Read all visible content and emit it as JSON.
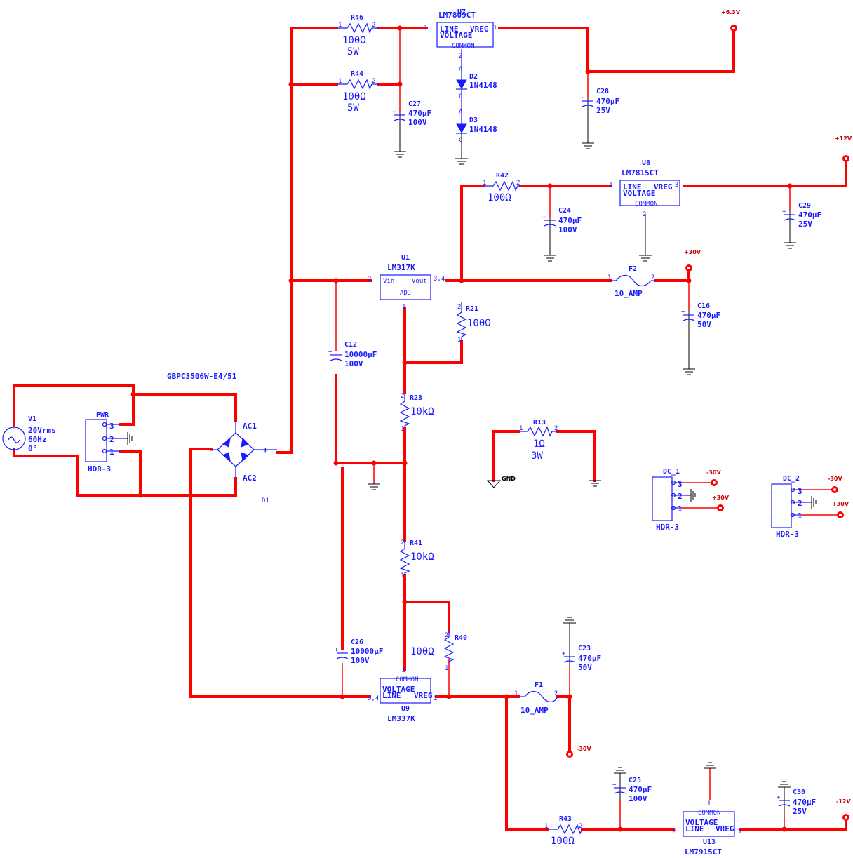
{
  "rails": {
    "p6v3": "+6.3V",
    "p12": "+12V",
    "p30": "+30V",
    "m30": "-30V",
    "m12": "-12V"
  },
  "gnd_label": "GND",
  "source": {
    "name": "V1",
    "volts": "20Vrms",
    "freq": "60Hz",
    "phase": "0°"
  },
  "pwr": {
    "name": "PWR",
    "part": "HDR-3",
    "pins": [
      "3",
      "2",
      "1"
    ]
  },
  "bridge": {
    "part": "GBPC3506W-E4/51",
    "name": "D1",
    "ac1": "AC1",
    "ac2": "AC2",
    "plus": "+",
    "minus": "-"
  },
  "u7": {
    "name": "U7",
    "part": "LM7809CT"
  },
  "u8": {
    "name": "U8",
    "part": "LM7815CT"
  },
  "u1": {
    "name": "U1",
    "part": "LM317K",
    "vin": "Vin",
    "vout": "Vout",
    "adj": "ADJ"
  },
  "u9": {
    "name": "U9",
    "part": "LM337K"
  },
  "u13": {
    "name": "U13",
    "part": "LM7915CT"
  },
  "reg": {
    "line": "LINE",
    "vreg": "VREG",
    "voltage": "VOLTAGE",
    "common": "COMMON"
  },
  "r46": {
    "name": "R46",
    "value": "100Ω",
    "power": "5W"
  },
  "r44": {
    "name": "R44",
    "value": "100Ω",
    "power": "5W"
  },
  "r42": {
    "name": "R42",
    "value": "100Ω"
  },
  "r21": {
    "name": "R21",
    "value": "100Ω"
  },
  "r23": {
    "name": "R23",
    "value": "10kΩ"
  },
  "r41": {
    "name": "R41",
    "value": "10kΩ"
  },
  "r40": {
    "name": "R40",
    "value": "100Ω"
  },
  "r43": {
    "name": "R43",
    "value": "100Ω"
  },
  "r13": {
    "name": "R13",
    "value": "1Ω",
    "power": "3W"
  },
  "c27": {
    "name": "C27",
    "value": "470µF",
    "volt": "100V"
  },
  "c28": {
    "name": "C28",
    "value": "470µF",
    "volt": "25V"
  },
  "c24": {
    "name": "C24",
    "value": "470µF",
    "volt": "100V"
  },
  "c29": {
    "name": "C29",
    "value": "470µF",
    "volt": "25V"
  },
  "c16": {
    "name": "C16",
    "value": "470µF",
    "volt": "50V"
  },
  "c12": {
    "name": "C12",
    "value": "10000µF",
    "volt": "100V"
  },
  "c26": {
    "name": "C26",
    "value": "10000µF",
    "volt": "100V"
  },
  "c23": {
    "name": "C23",
    "value": "470µF",
    "volt": "50V"
  },
  "c25": {
    "name": "C25",
    "value": "470µF",
    "volt": "100V"
  },
  "c30": {
    "name": "C30",
    "value": "470µF",
    "volt": "25V"
  },
  "d2": {
    "name": "D2",
    "part": "1N4148"
  },
  "d3": {
    "name": "D3",
    "part": "1N4148"
  },
  "f2": {
    "name": "F2",
    "part": "10_AMP"
  },
  "f1": {
    "name": "F1",
    "part": "10_AMP"
  },
  "dc1": {
    "name": "DC_1",
    "part": "HDR-3"
  },
  "dc2": {
    "name": "DC_2",
    "part": "HDR-3"
  },
  "pins": {
    "p1": "1",
    "p2": "2",
    "p3": "3",
    "p34": "3,4",
    "a": "A",
    "c": "C"
  }
}
